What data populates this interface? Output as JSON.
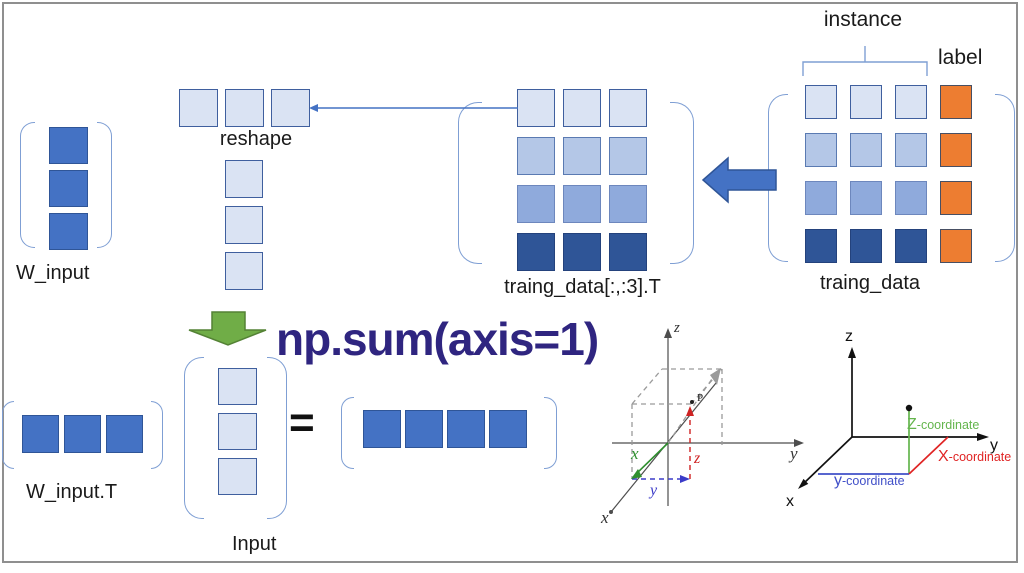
{
  "colors": {
    "slide-border": "#8f8f8f",
    "bracket": "#7f9fd4",
    "thin-arrow": "#4472c4",
    "npsum-text": "#2f2580",
    "axis-gray": "#4d4d4d",
    "dashed-gray": "#9a9a9a",
    "coord-green": "#2f8f2f",
    "coord-red": "#cf2323",
    "coord-blue": "#3b3bc8",
    "d2-black": "#111111",
    "d2-green": "#64b54d",
    "d2-red": "#e02424",
    "d2-blue": "#4150c8",
    "arrow-blue-fill": "#4472c4",
    "arrow-blue-border": "#2f5597",
    "green-arrow-fill": "#70ad47",
    "green-arrow-border": "#548235"
  },
  "palette": {
    "light": {
      "fill": "#dae3f3",
      "border": "#3f5f9e"
    },
    "b2": {
      "fill": "#b4c7e7",
      "border": "#5a7ab2"
    },
    "b3": {
      "fill": "#8faadc",
      "border": "#6d87bd"
    },
    "dark": {
      "fill": "#2f5597",
      "border": "#24427c"
    },
    "mid": {
      "fill": "#4472c4",
      "border": "#2f5597"
    },
    "orange": {
      "fill": "#ed7d31",
      "border": "#474f63"
    }
  },
  "labels": {
    "instance": "instance",
    "label": "label",
    "traing_data": "traing_data",
    "t_expr": "traing_data[:,:3].T",
    "reshape": "reshape",
    "w_input": "W_input",
    "w_input_t": "W_input.T",
    "input": "Input",
    "equals": "=",
    "npsum": "np.sum(axis=1)"
  },
  "matrices": {
    "training": {
      "cells": [
        [
          "light",
          "light",
          "light",
          "orange"
        ],
        [
          "b2",
          "b2",
          "b2",
          "orange"
        ],
        [
          "b3",
          "b3",
          "b3",
          "orange"
        ],
        [
          "dark",
          "dark",
          "dark",
          "orange"
        ]
      ]
    },
    "transposed": {
      "cells": [
        [
          "light",
          "light",
          "light"
        ],
        [
          "b2",
          "b2",
          "b2"
        ],
        [
          "b3",
          "b3",
          "b3"
        ],
        [
          "dark",
          "dark",
          "dark"
        ]
      ]
    },
    "reshape_row": {
      "cells": [
        [
          "light",
          "light",
          "light"
        ]
      ]
    },
    "reshape_col": {
      "cells": [
        [
          "light"
        ],
        [
          "light"
        ],
        [
          "light"
        ]
      ]
    },
    "w_input": {
      "cells": [
        [
          "mid"
        ],
        [
          "mid"
        ],
        [
          "mid"
        ]
      ]
    },
    "w_input_t": {
      "cells": [
        [
          "mid",
          "mid",
          "mid"
        ]
      ]
    },
    "input": {
      "cells": [
        [
          "light"
        ],
        [
          "light"
        ],
        [
          "light"
        ]
      ]
    },
    "result": {
      "cells": [
        [
          "mid",
          "mid",
          "mid",
          "mid"
        ]
      ]
    }
  },
  "diagram1": {
    "labels": {
      "z": "z",
      "y": "y",
      "x": "x",
      "p": "P",
      "seg_x": "x",
      "seg_y": "y",
      "seg_z": "z"
    }
  },
  "diagram2": {
    "labels": {
      "z": "z",
      "y": "y",
      "x": "x",
      "z_coord": "Z-coordinate",
      "x_coord": "X-coordinate",
      "y_coord": "y-coordinate"
    }
  }
}
